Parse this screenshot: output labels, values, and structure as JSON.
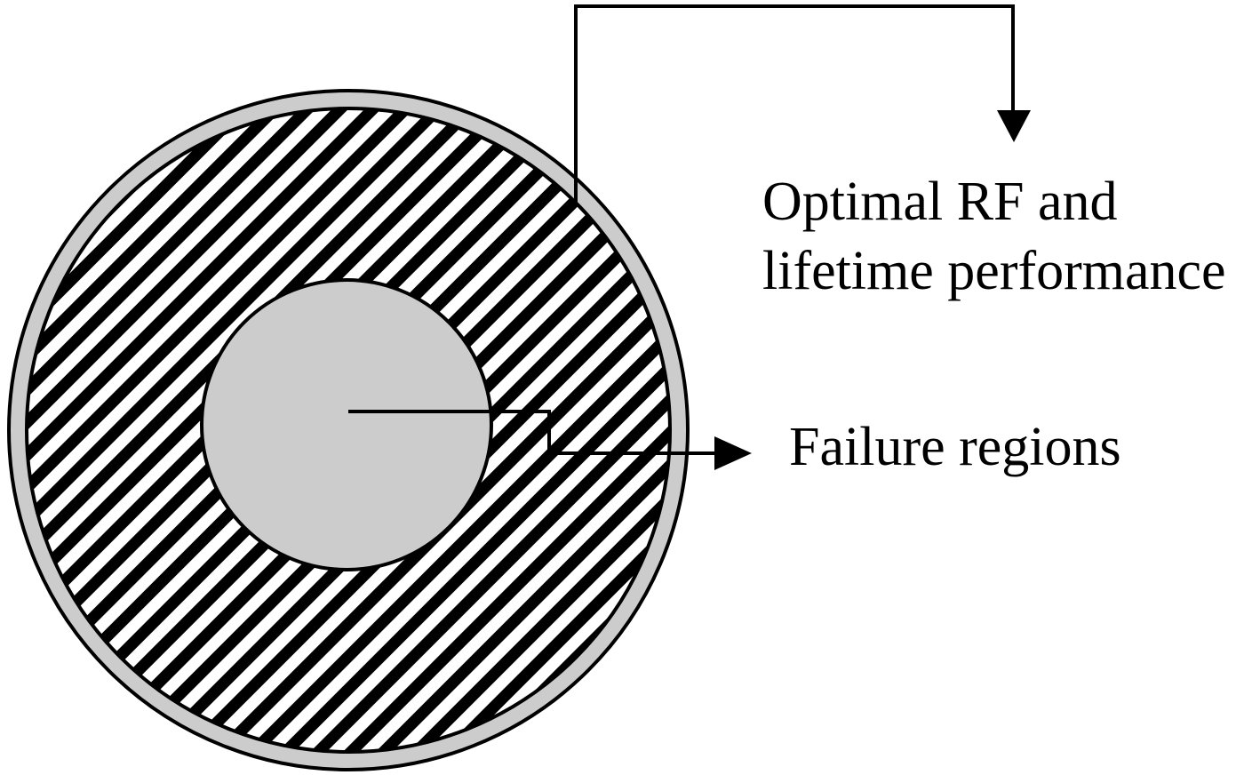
{
  "labels": {
    "optimal_line1": "Optimal RF and",
    "optimal_line2": "lifetime performance",
    "failure": "Failure regions"
  },
  "colors": {
    "ring_fill": "#cccccc",
    "core_fill": "#cccccc",
    "stripe": "#000000",
    "stroke": "#000000",
    "background": "#ffffff"
  }
}
